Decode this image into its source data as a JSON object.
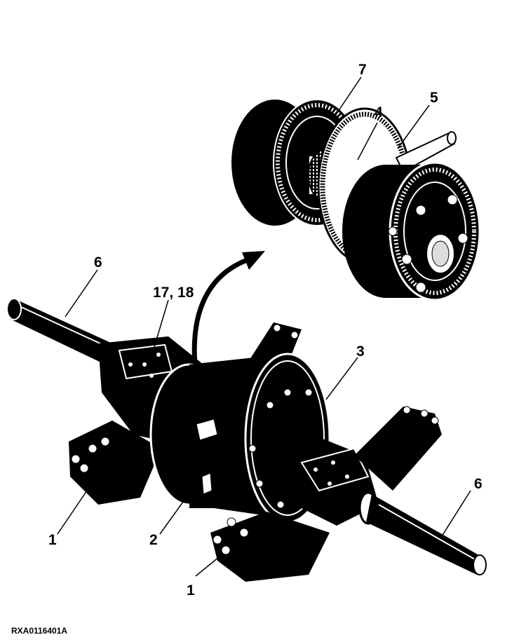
{
  "figure_id": "RXA0116401A",
  "callouts": [
    {
      "id": "c7",
      "text": "7"
    },
    {
      "id": "c4",
      "text": "4"
    },
    {
      "id": "c5",
      "text": "5"
    },
    {
      "id": "c6a",
      "text": "6"
    },
    {
      "id": "c17",
      "text": "17, 18"
    },
    {
      "id": "c3",
      "text": "3"
    },
    {
      "id": "c6b",
      "text": "6"
    },
    {
      "id": "c1a",
      "text": "1"
    },
    {
      "id": "c2",
      "text": "2"
    },
    {
      "id": "c1b",
      "text": "1"
    }
  ],
  "colors": {
    "ink": "#000000",
    "paper": "#ffffff"
  }
}
